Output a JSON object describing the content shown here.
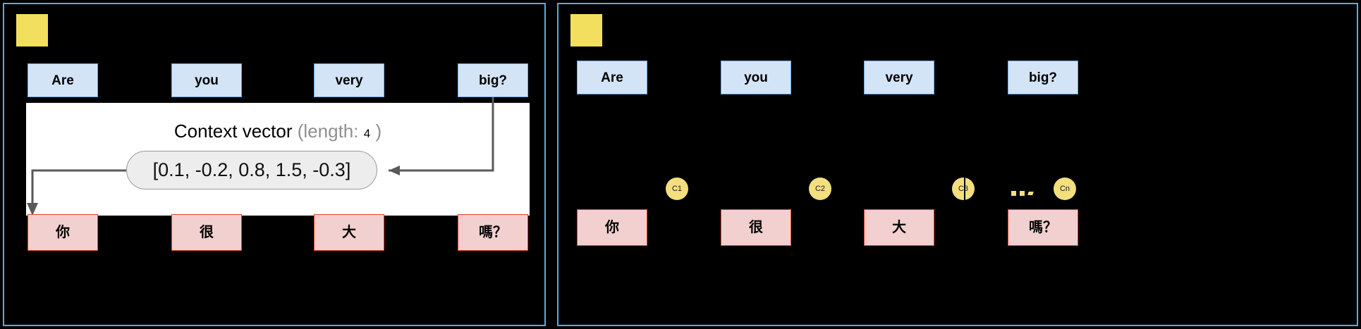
{
  "diagram": {
    "title_semantic": "seq2seq-context-vector-illustration",
    "background_color": "#000000",
    "panel_border_color": "#5aa9e6",
    "marker_color": "#f2df5e",
    "source_box_fill": "#d4e4f7",
    "source_box_border": "#6aa8e8",
    "target_box_fill": "#f2d0d0",
    "target_box_border": "#e8432a",
    "context_circle_fill": "#f3df7e",
    "pill_fill": "#ededed",
    "pill_border": "#9a9a9a",
    "arrow_color": "#595959"
  },
  "left_panel": {
    "source_tokens": [
      "Are",
      "you",
      "very",
      "big?"
    ],
    "target_tokens": [
      "你",
      "很",
      "大",
      "嗎？"
    ],
    "context": {
      "caption_main": "Context vector",
      "caption_length_label": "(length:",
      "caption_length_value": "4",
      "caption_close_paren": ")",
      "vector_text": "[0.1, -0.2, 0.8, 1.5, -0.3]"
    }
  },
  "right_panel": {
    "source_tokens": [
      "Are",
      "you",
      "very",
      "big?"
    ],
    "target_tokens": [
      "你",
      "很",
      "大",
      "嗎？"
    ],
    "context_circles": [
      "C1",
      "C2",
      "C3",
      "Cn"
    ],
    "ellipsis": "..."
  }
}
